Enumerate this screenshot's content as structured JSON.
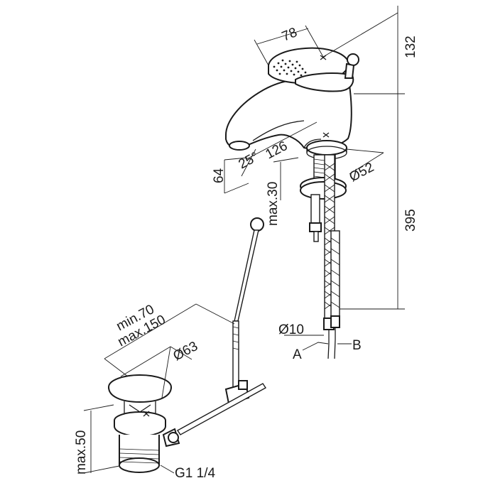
{
  "dimensions": {
    "d78": "78",
    "d132": "132",
    "d395": "395",
    "d126": "126",
    "d25deg": "25°",
    "d64": "64",
    "d52": "Ø52",
    "max30": "max.30",
    "min70": "min.70",
    "max150": "max.150",
    "d63": "Ø63",
    "d10": "Ø10",
    "max50": "max.50",
    "thread": "G1 1/4"
  },
  "labels": {
    "a": "A",
    "b": "B"
  }
}
